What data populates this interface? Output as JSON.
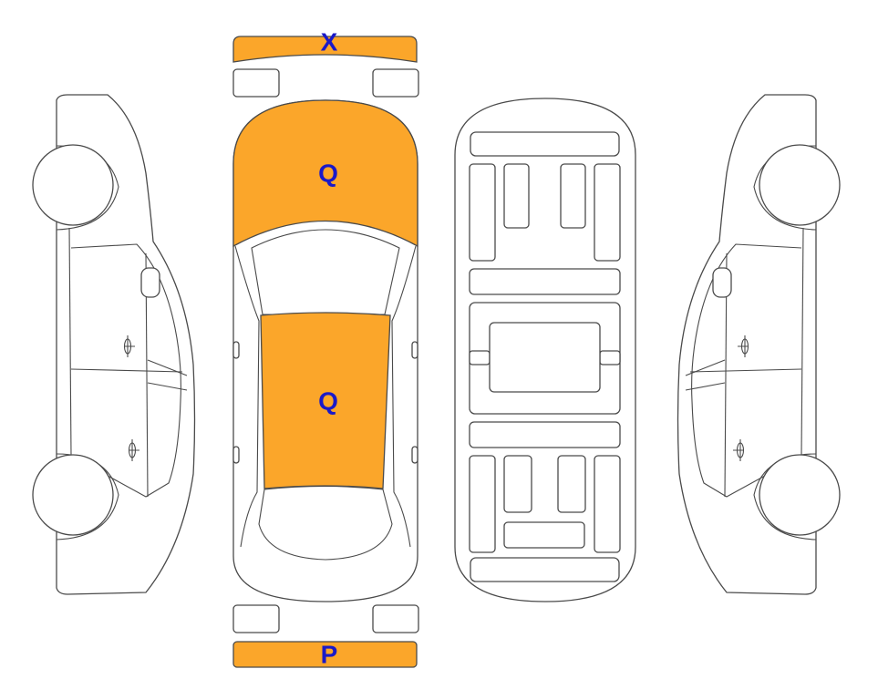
{
  "colors": {
    "highlight": "#FBA62A",
    "code_text": "#1a19c8",
    "outline": "#4a4a4a"
  },
  "markers": {
    "front_bumper": "X",
    "hood": "Q",
    "roof": "Q",
    "rear_bumper": "P"
  }
}
